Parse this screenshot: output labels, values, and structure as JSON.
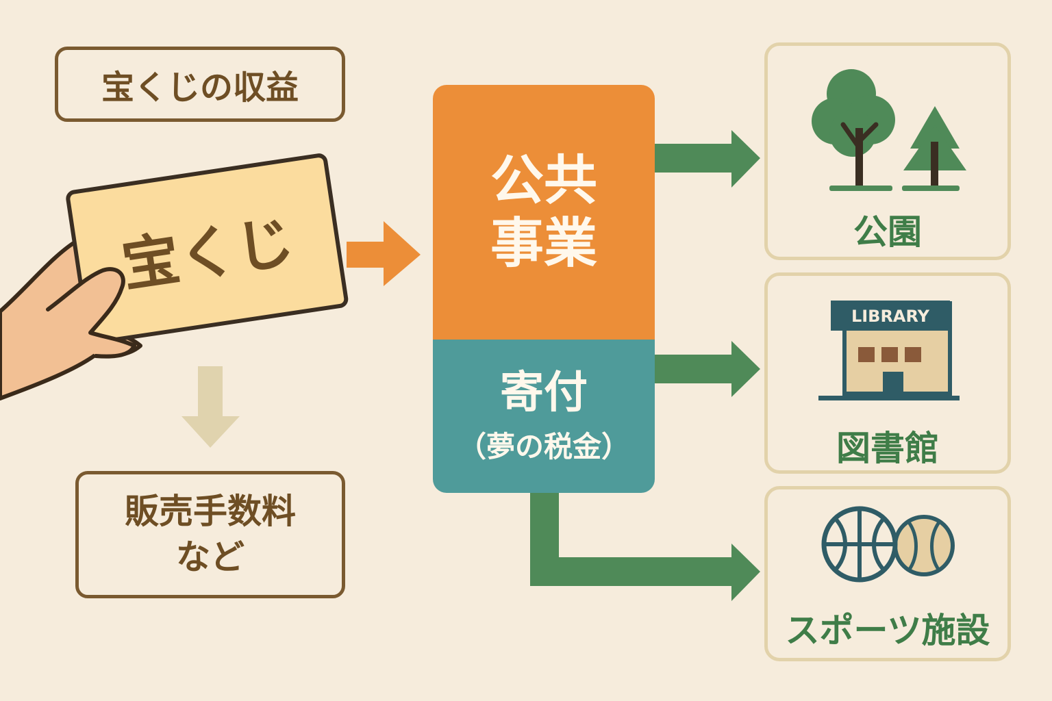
{
  "title": "宝くじの収益",
  "ticket_label": "宝くじ",
  "fee_box": {
    "line1": "販売手数料",
    "line2": "など"
  },
  "center": {
    "public_works": {
      "line1": "公共",
      "line2": "事業"
    },
    "donation": {
      "label": "寄付",
      "sub": "（夢の税金）"
    }
  },
  "destinations": {
    "park": {
      "label": "公園",
      "icon": "trees-icon"
    },
    "library": {
      "label": "図書館",
      "sign": "LIBRARY",
      "icon": "library-building-icon"
    },
    "sports": {
      "label": "スポーツ施設",
      "icon": "balls-icon"
    }
  },
  "colors": {
    "background": "#f6ecdc",
    "brown": "#6e4e24",
    "orange": "#ec8e38",
    "teal": "#4f9b9a",
    "green": "#4f8a58",
    "ticket": "#fbdc9e"
  }
}
